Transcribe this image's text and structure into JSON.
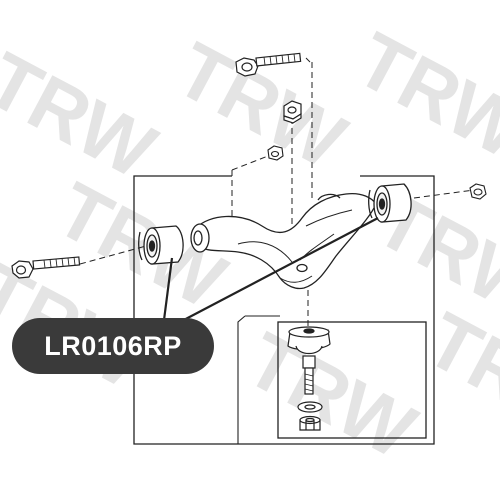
{
  "diagram": {
    "part_number": "LR0106RP",
    "watermark_text": "TRW",
    "colors": {
      "watermark": "#e4e4e4",
      "line": "#222222",
      "label_bg": "#3a3a3a",
      "label_text": "#ffffff"
    },
    "parts": [
      "front-bolt",
      "front-bushing",
      "wishbone-arm",
      "rear-bushing",
      "rear-nut",
      "top-bolt",
      "top-nut",
      "small-nut",
      "ball-joint",
      "washer",
      "castle-nut"
    ]
  }
}
